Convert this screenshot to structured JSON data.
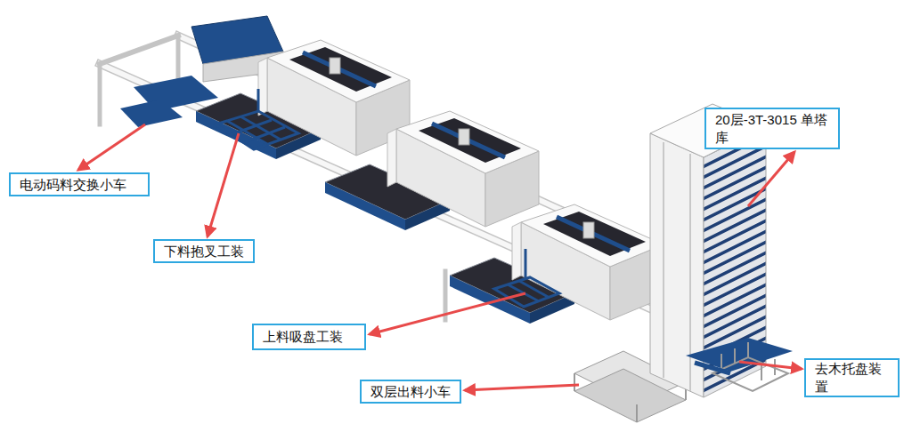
{
  "diagram": {
    "nodes": [
      {
        "text": [
          "20层-3T-3015 单塔库"
        ]
      },
      {
        "text": [
          "电动码料交换小车"
        ]
      },
      {
        "text": [
          "下料抱叉工装"
        ]
      },
      {
        "text": [
          "上料吸盘工装"
        ]
      },
      {
        "text": [
          "去木托盘装置"
        ]
      },
      {
        "text": [
          "双层出料小车"
        ]
      }
    ]
  }
}
